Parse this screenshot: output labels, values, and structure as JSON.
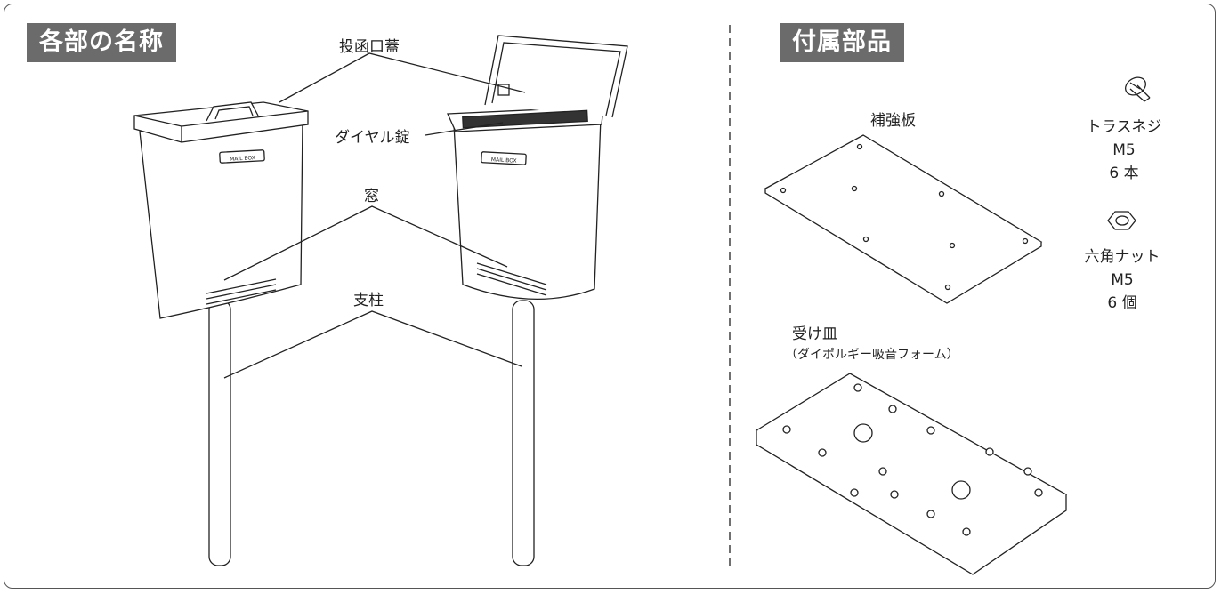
{
  "left_section": {
    "title": "各部の名称",
    "labels": {
      "lid": "投函口蓋",
      "dial_lock": "ダイヤル錠",
      "window": "窓",
      "post": "支柱"
    },
    "box_text": "MAIL BOX"
  },
  "right_section": {
    "title": "付属部品",
    "reinforcement_plate": "補強板",
    "screw": {
      "name": "トラスネジ",
      "size": "M5",
      "qty": "6 本"
    },
    "nut": {
      "name": "六角ナット",
      "size": "M5",
      "qty": "6 個"
    },
    "tray": {
      "name": "受け皿",
      "note": "（ダイポルギー吸音フォーム）"
    }
  }
}
